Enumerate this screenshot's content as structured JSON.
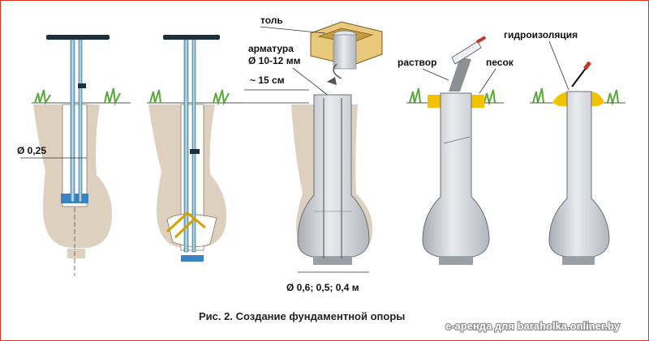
{
  "labels": {
    "diameter_hole": "Ø 0,25",
    "tol": "толь",
    "armatura_line1": "арматура",
    "armatura_line2": "Ø 10-12 мм",
    "depth": "~ 15 см",
    "base_diameters": "Ø 0,6; 0,5; 0,4 м",
    "rastvor": "раствор",
    "pesok": "песок",
    "gidroizolyatsiya": "гидроизоляция"
  },
  "caption": "Рис. 2. Создание фундаментной опоры",
  "watermark": "e-аренда для baraholka.onliner.by",
  "colors": {
    "frame": "#e0301e",
    "soil": "#ded0bf",
    "concrete": "#c8ccd2",
    "pipe": "#8fc3d8",
    "sand": "#f2c300",
    "wood": "#e8c87a"
  }
}
